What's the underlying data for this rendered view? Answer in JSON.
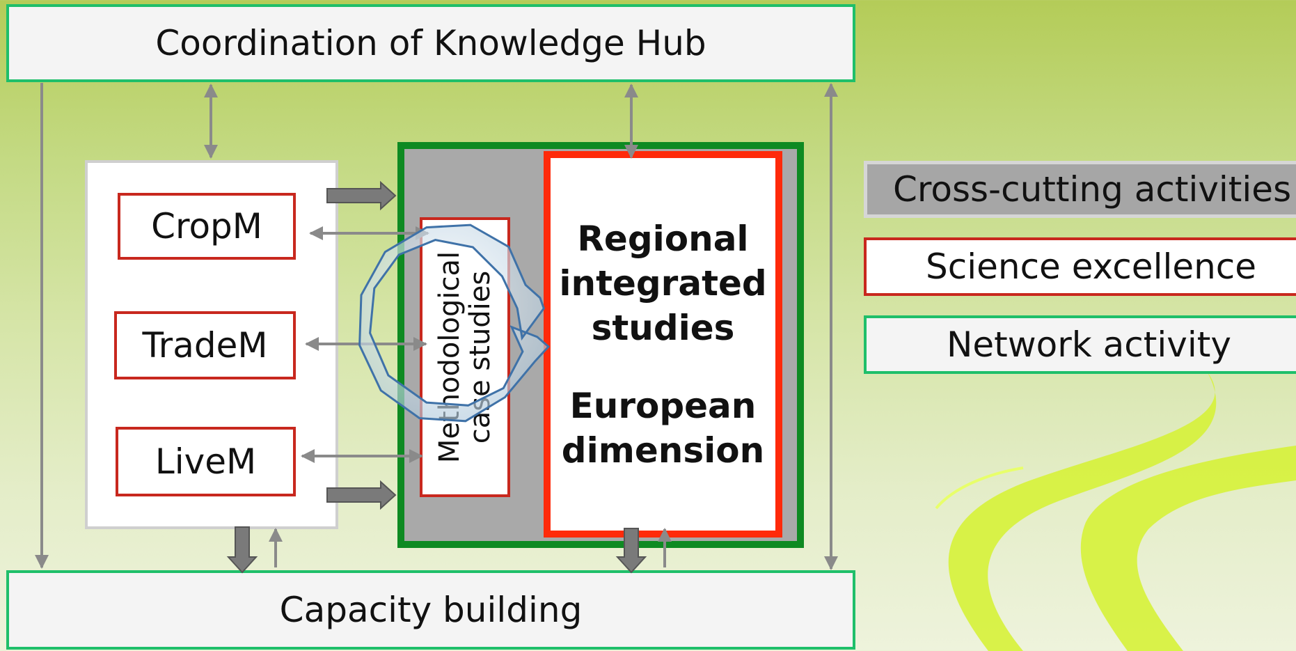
{
  "hub": {
    "label": "Coordination of Knowledge Hub"
  },
  "capacity": {
    "label": "Capacity building"
  },
  "models": [
    {
      "label": "CropM"
    },
    {
      "label": "TradeM"
    },
    {
      "label": "LiveM"
    }
  ],
  "methodological": {
    "line1": "Methodological",
    "line2": "case studies"
  },
  "regional": {
    "line1": "Regional",
    "line2": "integrated",
    "line3": "studies",
    "line4": "European",
    "line5": "dimension"
  },
  "legend": {
    "cross_cutting": "Cross-cutting activities",
    "science": "Science excellence",
    "network": "Network activity"
  },
  "colors": {
    "network_green": "#1fbf6a",
    "science_red": "#c8281e",
    "regional_red": "#ff2a0a",
    "integrated_green": "#0e8a22",
    "cross_gray": "#a6a6a6"
  }
}
